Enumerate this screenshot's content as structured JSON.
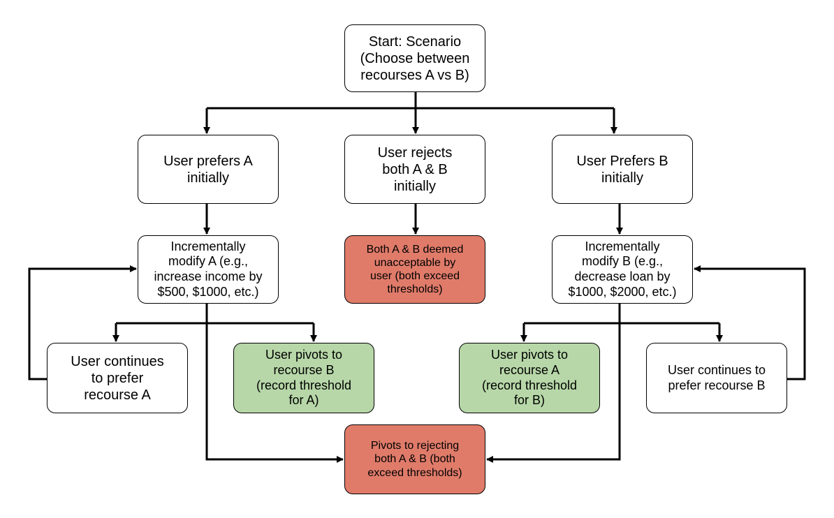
{
  "nodes": {
    "start": "Start: Scenario\n(Choose between\nrecourses A vs B)",
    "prefer_a": "User prefers A\ninitially",
    "reject_both": "User rejects\nboth A & B\ninitially",
    "prefer_b": "User Prefers B\ninitially",
    "modify_a": "Incrementally\nmodify A (e.g.,\nincrease income by\n$500, $1000, etc.)",
    "both_unacceptable": "Both A & B deemed\nunacceptable by\nuser (both exceed\nthresholds)",
    "modify_b": "Incrementally\nmodify B (e.g.,\ndecrease loan by\n$1000, $2000, etc.)",
    "continue_a": "User continues\nto prefer\nrecourse A",
    "pivot_b": "User pivots to\nrecourse B\n(record threshold\nfor A)",
    "pivot_a": "User pivots to\nrecourse A\n(record threshold\nfor B)",
    "continue_b": "User continues to\nprefer recourse B",
    "pivot_reject": "Pivots to rejecting\nboth A & B (both\nexceed thresholds)"
  },
  "colors": {
    "neutral": "#ffffff",
    "accept": "#b7d7a8",
    "reject": "#e07b6a",
    "line": "#000000"
  }
}
